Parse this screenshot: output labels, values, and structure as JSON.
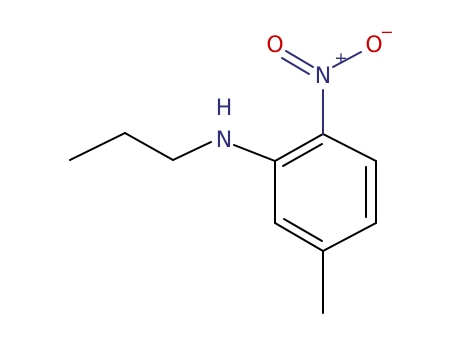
{
  "molecule": {
    "atoms": {
      "amine_h": {
        "symbol": "H",
        "color": "#2f2f7a"
      },
      "amine_n": {
        "symbol": "N",
        "color": "#2f2f7a"
      },
      "nitro_n": {
        "symbol": "N",
        "color": "#2f2f7a"
      },
      "nitro_o1": {
        "symbol": "O",
        "color": "#cc0000"
      },
      "nitro_o2": {
        "symbol": "O",
        "color": "#cc0000"
      },
      "plus_charge": {
        "symbol": "+",
        "color": "#2f2f7a"
      },
      "minus_charge": {
        "symbol": "−",
        "color": "#cc0000"
      }
    },
    "colors": {
      "bond": "#000000",
      "nitrogen": "#2f2f7a",
      "oxygen": "#cc0000"
    }
  }
}
